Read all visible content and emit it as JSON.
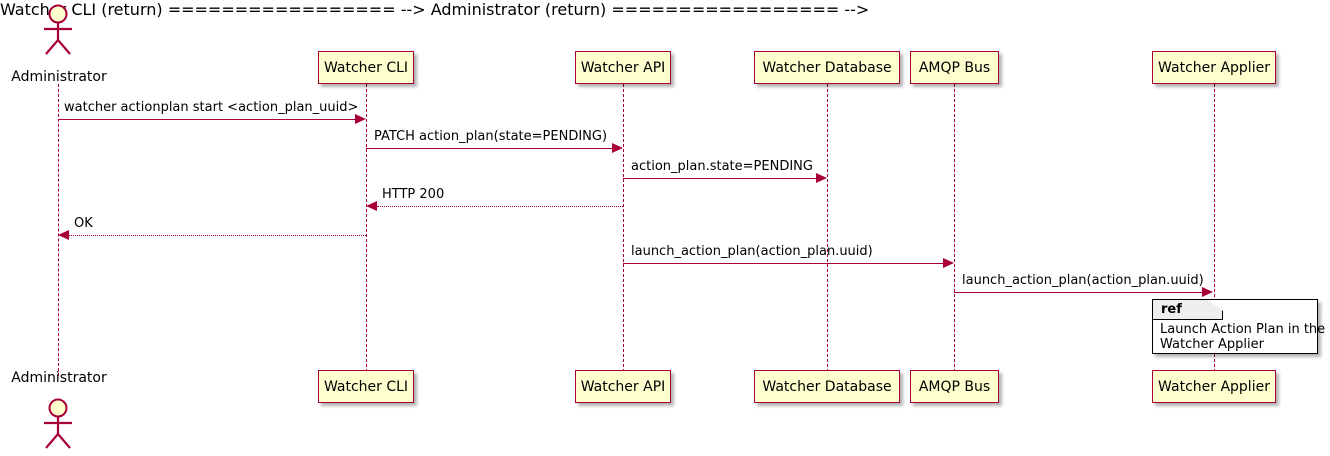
{
  "diagram": {
    "type": "sequence-diagram",
    "colors": {
      "participant_fill": "#FEFECE",
      "participant_border": "#A80036",
      "arrow": "#A80036",
      "text": "#000000",
      "ref_border": "#000000",
      "ref_header_fill": "#EEEEEE",
      "background": "#FFFFFF"
    }
  },
  "participants": [
    {
      "name": "Administrator",
      "kind": "actor"
    },
    {
      "name": "Watcher CLI",
      "kind": "participant"
    },
    {
      "name": "Watcher API",
      "kind": "participant"
    },
    {
      "name": "Watcher Database",
      "kind": "participant"
    },
    {
      "name": "AMQP Bus",
      "kind": "participant"
    },
    {
      "name": "Watcher Applier",
      "kind": "participant"
    }
  ],
  "messages": [
    {
      "label": "watcher actionplan start <action_plan_uuid>",
      "from": "Administrator",
      "to": "Watcher CLI",
      "style": "solid",
      "direction": "right"
    },
    {
      "label": "PATCH action_plan(state=PENDING)",
      "from": "Watcher CLI",
      "to": "Watcher API",
      "style": "solid",
      "direction": "right"
    },
    {
      "label": "action_plan.state=PENDING",
      "from": "Watcher API",
      "to": "Watcher Database",
      "style": "solid",
      "direction": "right"
    },
    {
      "label": "HTTP 200",
      "from": "Watcher API",
      "to": "Watcher CLI",
      "style": "dotted",
      "direction": "left"
    },
    {
      "label": "OK",
      "from": "Watcher CLI",
      "to": "Administrator",
      "style": "dotted",
      "direction": "left"
    },
    {
      "label": "launch_action_plan(action_plan.uuid)",
      "from": "Watcher API",
      "to": "AMQP Bus",
      "style": "solid",
      "direction": "right"
    },
    {
      "label": "launch_action_plan(action_plan.uuid)",
      "from": "AMQP Bus",
      "to": "Watcher Applier",
      "style": "solid",
      "direction": "right"
    }
  ],
  "ref_fragment": {
    "header": "ref",
    "line1": "Launch Action Plan in the",
    "line2": "Watcher Applier"
  }
}
